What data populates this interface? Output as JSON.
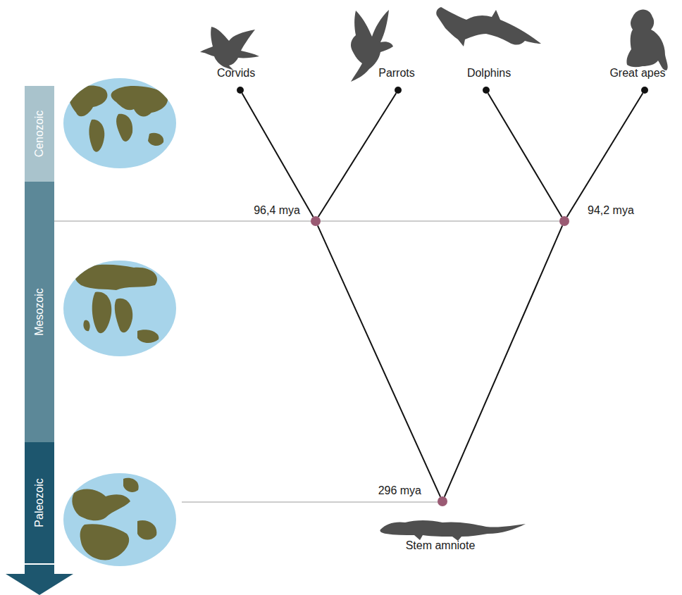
{
  "diagram": {
    "nodes": [
      {
        "text": [
          "Cenozoic"
        ]
      },
      {
        "text": [
          "Mesozoic"
        ]
      },
      {
        "text": [
          "Paleozoic"
        ]
      },
      {
        "text": [
          "Corvids"
        ]
      },
      {
        "text": [
          "Parrots"
        ]
      },
      {
        "text": [
          "Dolphins"
        ]
      },
      {
        "text": [
          "Great apes"
        ]
      },
      {
        "text": [
          "96,4 mya"
        ]
      },
      {
        "text": [
          "94,2 mya"
        ]
      },
      {
        "text": [
          "296 mya",
          "Stem amniote"
        ]
      }
    ],
    "edges": [
      {
        "from": 9,
        "to": 7,
        "arrow": "none"
      },
      {
        "from": 9,
        "to": 8,
        "arrow": "none"
      },
      {
        "from": 7,
        "to": 3,
        "arrow": "none"
      },
      {
        "from": 7,
        "to": 4,
        "arrow": "none"
      },
      {
        "from": 8,
        "to": 5,
        "arrow": "none"
      },
      {
        "from": 8,
        "to": 6,
        "arrow": "none"
      }
    ]
  }
}
